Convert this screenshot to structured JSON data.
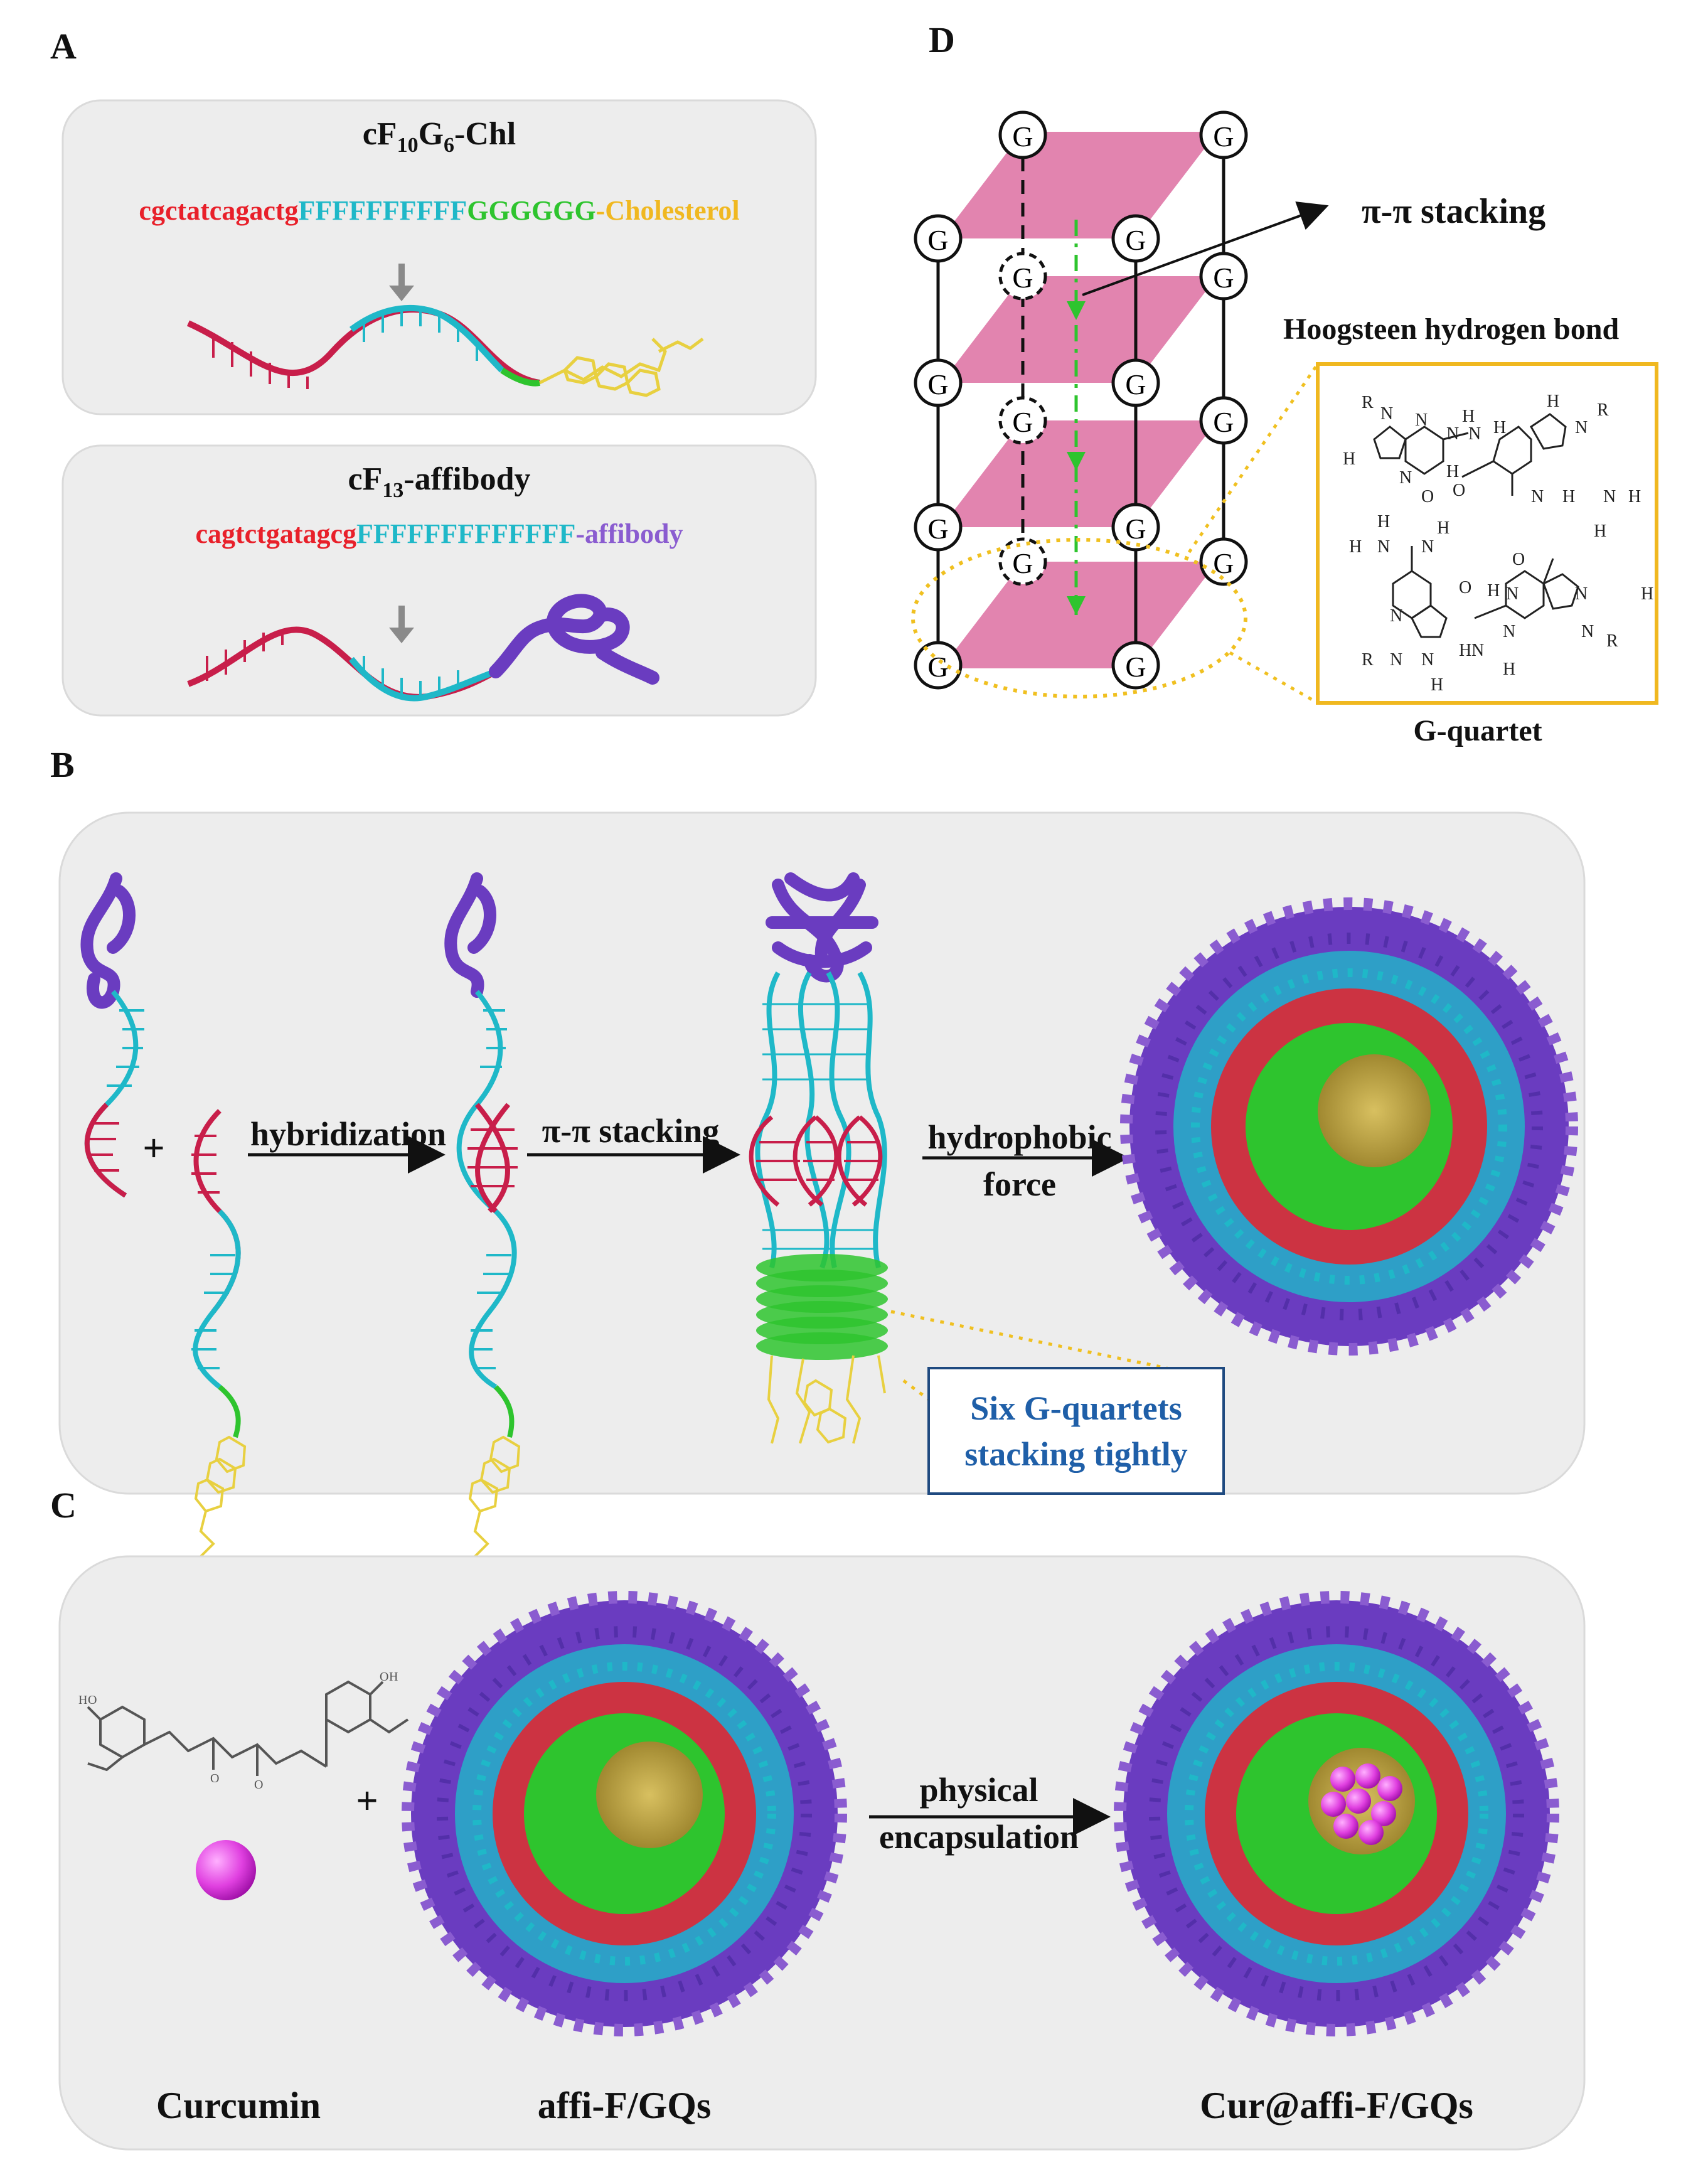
{
  "panels": {
    "A": {
      "letter": "A",
      "box1": {
        "title_main": "cF",
        "title_sub1": "10",
        "title_mid": "G",
        "title_sub2": "6",
        "title_tail": "-Chl",
        "seq_red": "cgctatcagactg",
        "seq_cyan": "FFFFFFFFFF",
        "seq_green": "GGGGGG",
        "seq_yellow": "-Cholesterol"
      },
      "box2": {
        "title_main": "cF",
        "title_sub": "13",
        "title_tail": "-affibody",
        "seq_red": "cagtctgatagcg",
        "seq_cyan": "FFFFFFFFFFFFF",
        "seq_purple": "-affibody"
      }
    },
    "B": {
      "letter": "B",
      "step1": "hybridization",
      "step2": "π-π stacking",
      "step3_line1": "hydrophobic",
      "step3_line2": "force",
      "plus": "+",
      "callout_line1": "Six G-quartets",
      "callout_line2": "stacking tightly"
    },
    "C": {
      "letter": "C",
      "plus": "+",
      "arrow_line1": "physical",
      "arrow_line2": "encapsulation",
      "label1": "Curcumin",
      "label2": "affi-F/GQs",
      "label3": "Cur@affi-F/GQs"
    },
    "D": {
      "letter": "D",
      "g": "G",
      "stacking_label": "π-π stacking",
      "hbond_label": "Hoogsteen hydrogen bond",
      "quartet_label": "G-quartet",
      "atoms": {
        "N": "N",
        "H": "H",
        "O": "O",
        "R": "R"
      }
    }
  },
  "colors": {
    "red": "#e8202a",
    "cyan": "#1fb8c8",
    "green": "#2ec42e",
    "yellow": "#f0b820",
    "purple": "#8a5cd0",
    "pink": "#e07aa8",
    "callout": "#1f5fa8",
    "panel_bg": "#ededed"
  }
}
